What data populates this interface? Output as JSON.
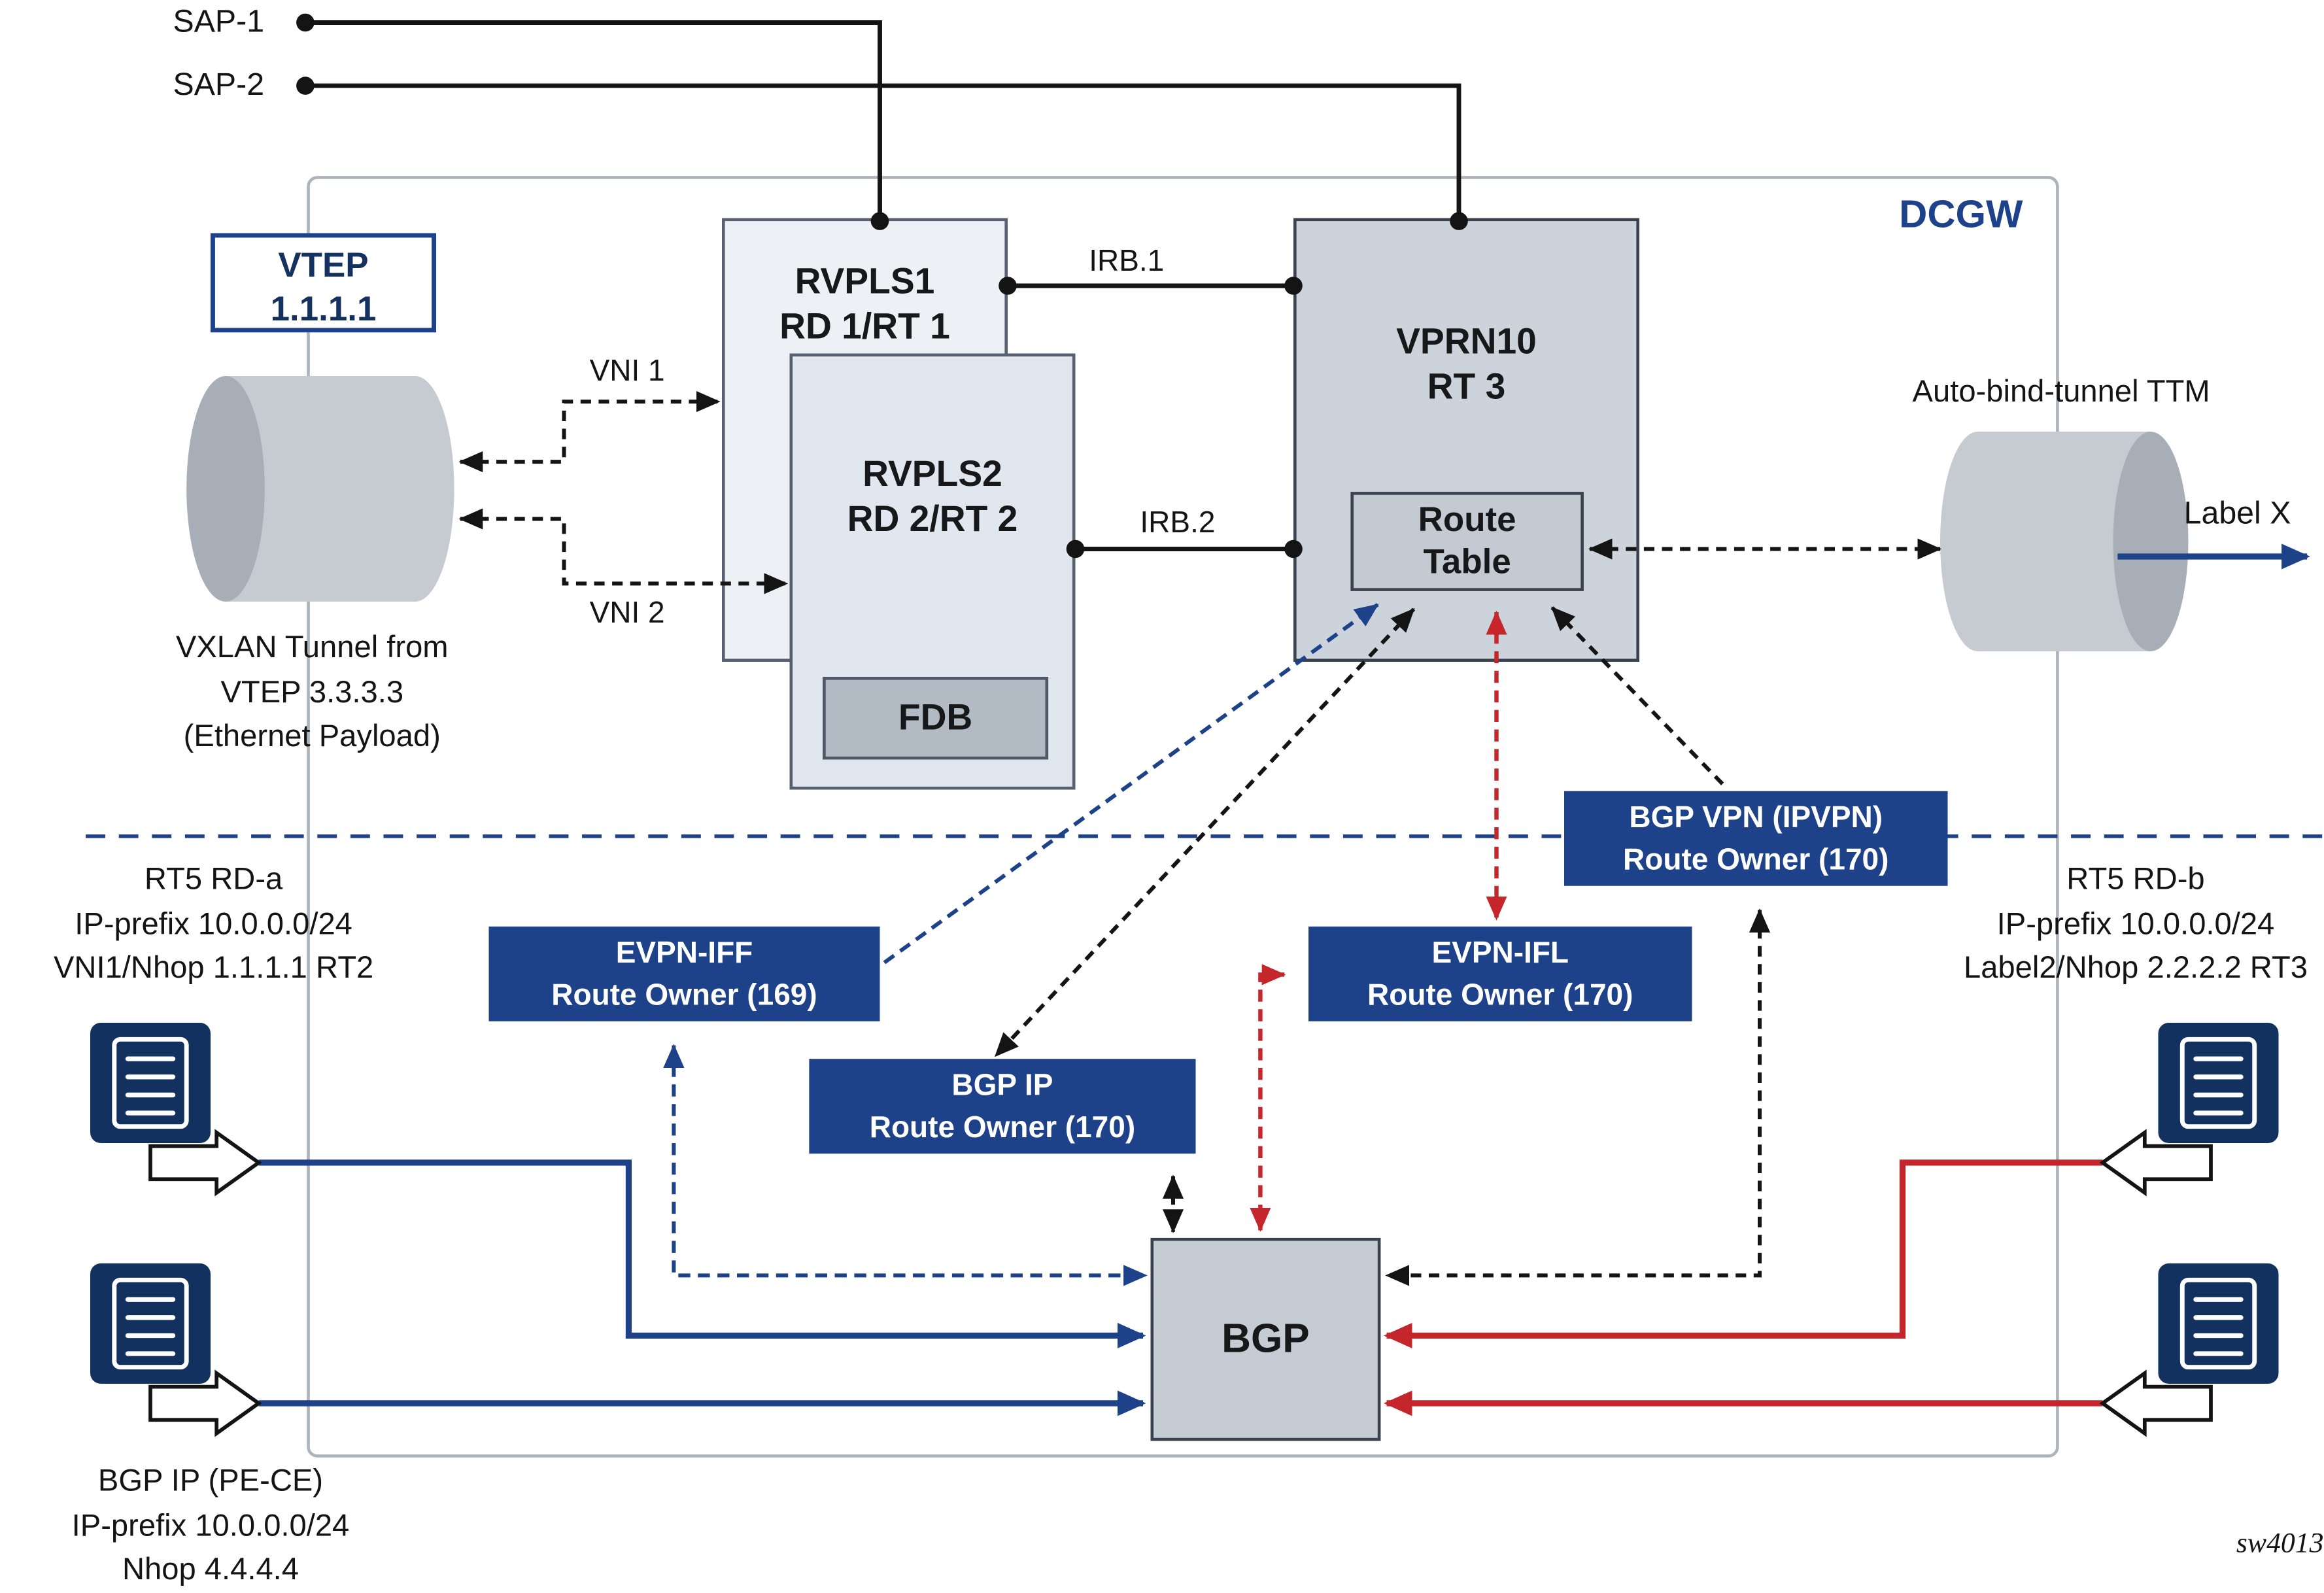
{
  "colors": {
    "accent_blue": "#1d4289",
    "route_red": "#c4262c",
    "line_black": "#141414",
    "panel_border": "#aeb4bb"
  },
  "saps": {
    "sap1": "SAP-1",
    "sap2": "SAP-2"
  },
  "dcgw": {
    "label": "DCGW"
  },
  "vtep": {
    "line1": "VTEP",
    "line2": "1.1.1.1"
  },
  "vxlan": {
    "caption": [
      "VXLAN Tunnel from",
      "VTEP 3.3.3.3",
      "(Ethernet Payload)"
    ]
  },
  "vni": {
    "vni1": "VNI 1",
    "vni2": "VNI 2"
  },
  "irb": {
    "irb1": "IRB.1",
    "irb2": "IRB.2"
  },
  "rvpls1": {
    "line1": "RVPLS1",
    "line2": "RD 1/RT 1"
  },
  "rvpls2": {
    "line1": "RVPLS2",
    "line2": "RD 2/RT 2",
    "fdb": "FDB"
  },
  "vprn10": {
    "line1": "VPRN10",
    "line2": "RT 3",
    "route_table": [
      "Route",
      "Table"
    ]
  },
  "ttm": {
    "caption": "Auto-bind-tunnel TTM",
    "label_x": "Label X"
  },
  "route_owner_boxes": {
    "evpn_iff": [
      "EVPN-IFF",
      "Route Owner (169)"
    ],
    "bgp_ip": [
      "BGP IP",
      "Route Owner (170)"
    ],
    "evpn_ifl": [
      "EVPN-IFL",
      "Route Owner (170)"
    ],
    "bgp_vpn": [
      "BGP VPN (IPVPN)",
      "Route Owner (170)"
    ]
  },
  "bgp": {
    "label": "BGP"
  },
  "notes": {
    "left_rt5": [
      "RT5 RD-a",
      "IP-prefix 10.0.0.0/24",
      "VNI1/Nhop 1.1.1.1 RT2"
    ],
    "right_rt5": [
      "RT5 RD-b",
      "IP-prefix 10.0.0.0/24",
      "Label2/Nhop 2.2.2.2 RT3"
    ],
    "bottom_left": [
      "BGP IP (PE-CE)",
      "IP-prefix 10.0.0.0/24",
      "Nhop 4.4.4.4"
    ]
  },
  "figure_id": "sw4013"
}
